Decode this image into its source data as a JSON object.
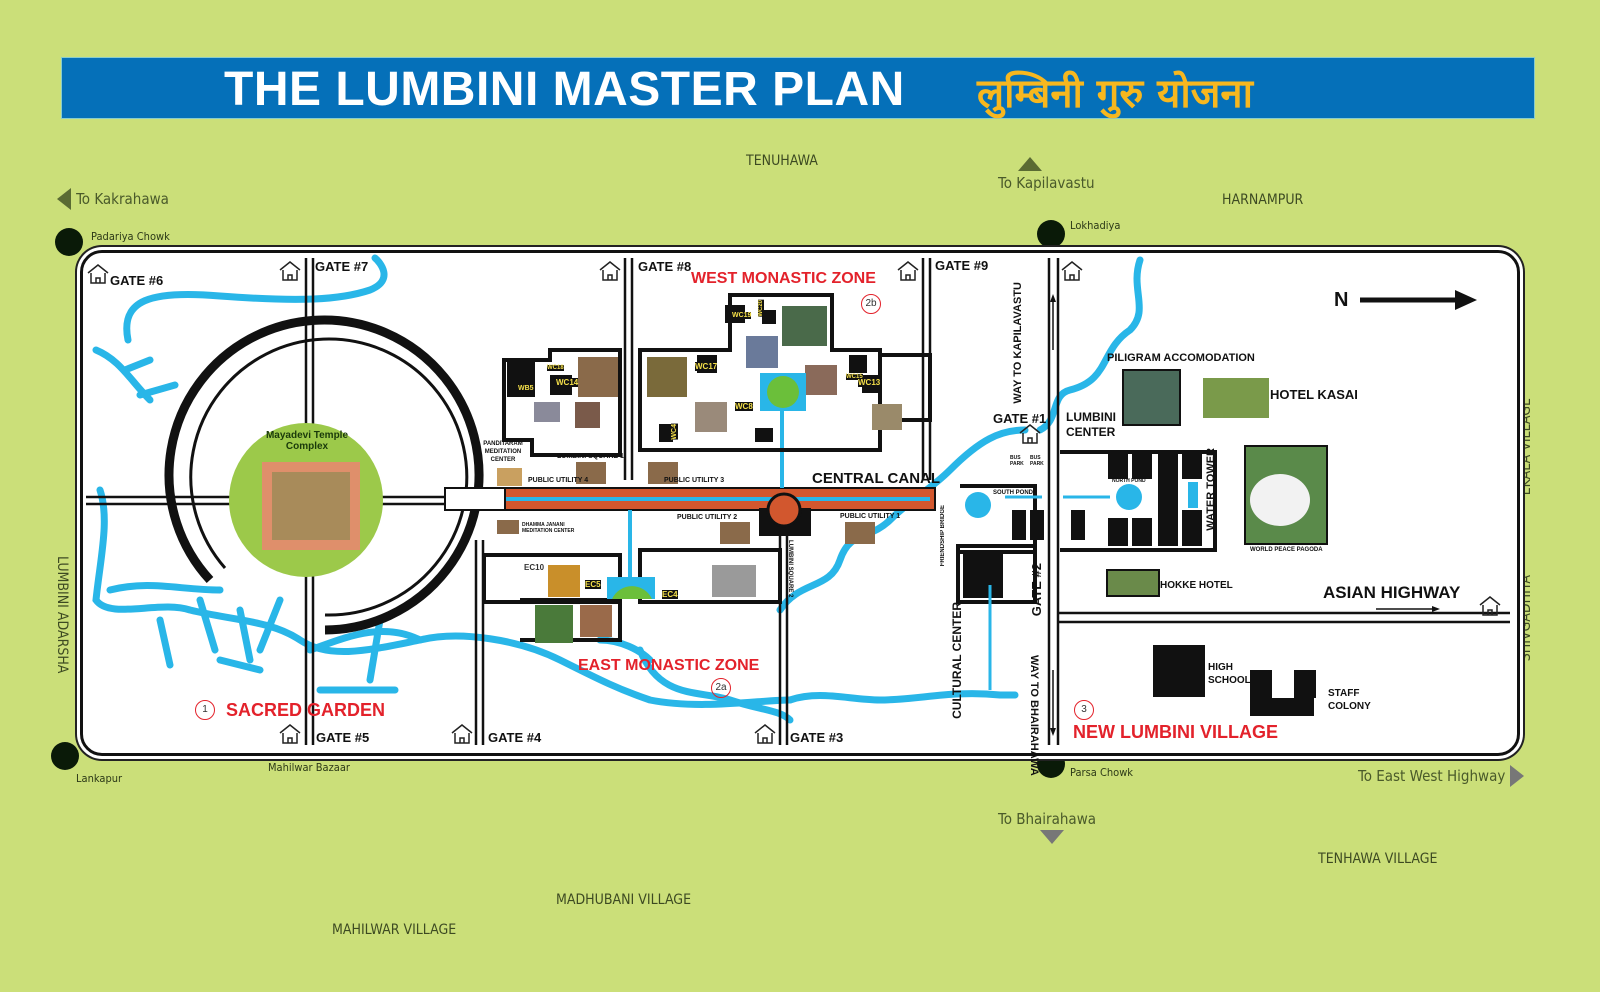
{
  "title": {
    "english": "THE LUMBINI MASTER PLAN",
    "nepali": "लुम्बिनी गुरु योजना"
  },
  "colors": {
    "background": "#cbdf79",
    "banner": "#0570b9",
    "banner_text": "#ffffff",
    "nepali_text": "#f7b71f",
    "water": "#29b6e8",
    "zone_label": "#e3222b",
    "central_canal": "#d2572e",
    "temple_circle": "#9cc94a"
  },
  "surroundings": {
    "directions": [
      {
        "label": "To Kakrahawa",
        "arrow": "left"
      },
      {
        "label": "To Kapilavastu",
        "arrow": "up"
      },
      {
        "label": "To Bhairahawa",
        "arrow": "down"
      },
      {
        "label": "To East West Highway",
        "arrow": "right"
      }
    ],
    "junctions": [
      {
        "label": "Padariya Chowk"
      },
      {
        "label": "Lokhadiya"
      },
      {
        "label": "Lankapur"
      },
      {
        "label": "Parsa Chowk"
      }
    ],
    "places": [
      {
        "label": "TENUHAWA"
      },
      {
        "label": "HARNAMPUR"
      },
      {
        "label": "Mahilwar Bazaar"
      },
      {
        "label": "MADHUBANI VILLAGE"
      },
      {
        "label": "MAHILWAR VILLAGE"
      },
      {
        "label": "TENHAWA VILLAGE"
      },
      {
        "label": "LUMBINI ADARSHA"
      },
      {
        "label": "EKALA VILLAGE"
      },
      {
        "label": "SHIVGADHIYA"
      }
    ]
  },
  "gates": [
    {
      "label": "GATE #6"
    },
    {
      "label": "GATE #7"
    },
    {
      "label": "GATE #8"
    },
    {
      "label": "GATE #9"
    },
    {
      "label": "GATE #1"
    },
    {
      "label": "GATE #2"
    },
    {
      "label": "GATE #3"
    },
    {
      "label": "GATE #4"
    },
    {
      "label": "GATE #5"
    }
  ],
  "zones": [
    {
      "number": "1",
      "label": "SACRED GARDEN"
    },
    {
      "number": "2a",
      "label": "EAST MONASTIC ZONE"
    },
    {
      "number": "2b",
      "label": "WEST MONASTIC ZONE"
    },
    {
      "number": "3",
      "label": "NEW LUMBINI VILLAGE"
    }
  ],
  "features": {
    "temple": "Mayadevi Temple Complex",
    "central_canal": "CENTRAL CANAL",
    "panditaram": "PANDITARAM MEDITATION CENTER",
    "dhamma": "DHAMMA JANANI MEDITATION CENTER",
    "lumbini_square_1": "LUMBINI SQUARE 1",
    "lumbini_square_2": "LUMBINI SQUARE 2",
    "public_utility_1": "PUBLIC UTILITY 1",
    "public_utility_2": "PUBLIC UTILITY 2",
    "public_utility_3": "PUBLIC UTILITY 3",
    "public_utility_4": "PUBLIC UTILITY 4",
    "way_kapilavastu": "WAY TO KAPILAVASTU",
    "way_bhairahawa": "WAY TO BHAIRAHAWA",
    "friendship_bridge": "FRIENDSHIP BRIDGE",
    "cultural_center": "CULTURAL CENTER",
    "south_pond": "SOUTH POND",
    "north_pond": "NORTH POND",
    "bus_park": "BUS PARK",
    "lumbini_center": "LUMBINI CENTER",
    "pilgrim": "PILIGRAM ACCOMODATION",
    "hotel_kasai": "HOTEL KASAI",
    "water_tower": "WATER TOWER",
    "world_peace_pagoda": "WORLD PEACE PAGODA",
    "hokke_hotel": "HOKKE HOTEL",
    "high_school": "HIGH SCHOOL",
    "staff_colony": "STAFF COLONY",
    "asian_highway": "ASIAN HIGHWAY",
    "north": "N"
  },
  "monastery_codes": {
    "west": [
      "WB5",
      "WC18",
      "WC14",
      "WC19",
      "WC20",
      "WC17",
      "WC8",
      "WC4",
      "WC15",
      "WC13"
    ],
    "east": [
      "EC10",
      "EC5",
      "EC4"
    ]
  }
}
